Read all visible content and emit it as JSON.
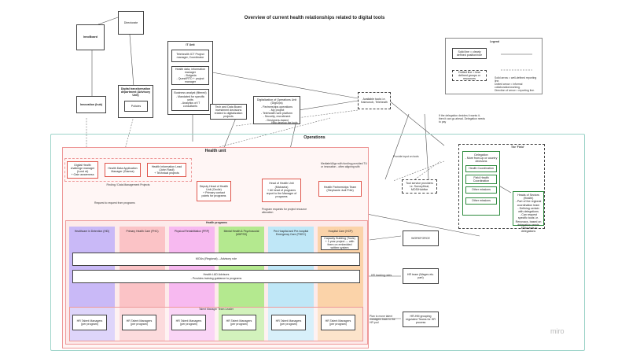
{
  "title": "Overview of current health relationships related to digital tools",
  "top": {
    "directorate": "Directorate",
    "innoboard": "InnoBoard",
    "innovation": "Innovation (hub)",
    "digital_dept": "Digital transformation department (Advisory Unit)",
    "policies": "Policies",
    "it_unit_header": "IT Unit",
    "it_unit_items": [
      "Telehealth ICT Project manager, Coordinator",
      "Health data, information manager\n- Bulgaria\n- Quest/RTD + project manager",
      "Business analyst (filtered)\n- Mandated for specific units\n- Analytics of IT consultants"
    ],
    "tech_board": "Tech and Data Board\nInvestment decisions related to digitalization projects",
    "digitalization": "Digitalization of Operations Unit (DigiOps)\n- Partnerships operations\n- My project\n- Telehealth web platform\n- Security, recruitment\n- Designers-based",
    "available_tools": "Available tools i.e. Kaimonoh, Teleheath",
    "if_delegation": "If the delegation decides it wants it, then it can go ahead. Delegation needs to pay",
    "help_develop": "Help develop the tools",
    "provide_input": "Provide input on tools"
  },
  "legend": {
    "title": "Legend",
    "solid": "Solid line = clearly defined position/role",
    "dotted": "Dotted line = less defined groups or resources",
    "arrows": "Solid arrow = well-defined reporting line.\nDotted arrow = informal collaboration/working.\nDirection of arrow = reporting line."
  },
  "operations": "Operations",
  "field": {
    "title": "The 'Field'",
    "delegation": "Delegation\n- More from-up or country decisions",
    "health_coord": "Health Coordination",
    "field_coord": "Field Health Coordination",
    "other_missions": [
      "Other missions",
      "Other missions"
    ],
    "heads": "Heads of Sectors (Health)\n- Part of the regional coordination team\n- Defining certain with delegations\n- Can request specific tools i.e. Renovacs, based on delegation needs\n- Field visits in delegations"
  },
  "health_unit": {
    "title": "Health unit",
    "dh_challenge": "Digital Health challenge manager (Lund rd)\n+ Gain awareness",
    "data_app": "Health Data Application Manager (Gianna)",
    "info_lead": "Health Information Lead (John Rasil)\n+ Technical projects",
    "finding_manager": "Finding / Data Management Projects",
    "deputy": "Deputy Head of Health Unit (Cecile)\n+ Primary contact points for programs",
    "head": "Head of Health Unit (Michaela)\n+ All head of programs report to the Manager of programs",
    "partnerships": "Health Partnerships Team (Stephanie Judi Prile)",
    "mediate": "Mediate/Align with funding provided TU or innovation - often aligning with",
    "tool_providers": "Tool service providers i.e. SurveyHeal, MOS/Hubfive",
    "request": "Request to request from programs",
    "program_req": "Program requests for project resource allocation"
  },
  "programs": {
    "title": "Health programs",
    "columns": [
      {
        "label": "Healthcare in Detention (HiD)",
        "color": "#c9b9f7"
      },
      {
        "label": "Primary Health Care (PHC)",
        "color": "#fbc3c6"
      },
      {
        "label": "Physical Rehabilitation (PRP)",
        "color": "#f7b9f0"
      },
      {
        "label": "Mental Health & Psychosocial (MHPSS)",
        "color": "#b4e98f"
      },
      {
        "label": "Pre-Hospital and Pre-hospital Emergency Care (PHEC)",
        "color": "#bfe7f7"
      },
      {
        "label": "Hospital Care (HCP)",
        "color": "#fbd3a9"
      }
    ],
    "capacity": "Capacity Building (Tools)\n+ 1 year project — with them on embedded written system",
    "mous": "MOUs (Regional) – Advisory role",
    "lead": "Health L&D Advisors\n- Provides training guidance to programs",
    "talent_lead": "Talent Manager Team Leader",
    "talent": [
      "HR Talent Managers (per program)",
      "HR Talent Managers (per program)",
      "HR Talent Managers (per program)",
      "HR Talent Managers (per program)",
      "HR Talent Managers (per program)",
      "HR Talent Managers (per program)"
    ]
  },
  "side": {
    "workforce": "WORKFORCE",
    "hr_tracking": "HR tracking rates",
    "hr_team": "HR team (Wages etc. part)",
    "plan_move": "Plan to move talent managers back to the HR pod",
    "hr_grouping": "HR-HM grouping regulated Teams for HR process"
  },
  "watermark": "miro"
}
